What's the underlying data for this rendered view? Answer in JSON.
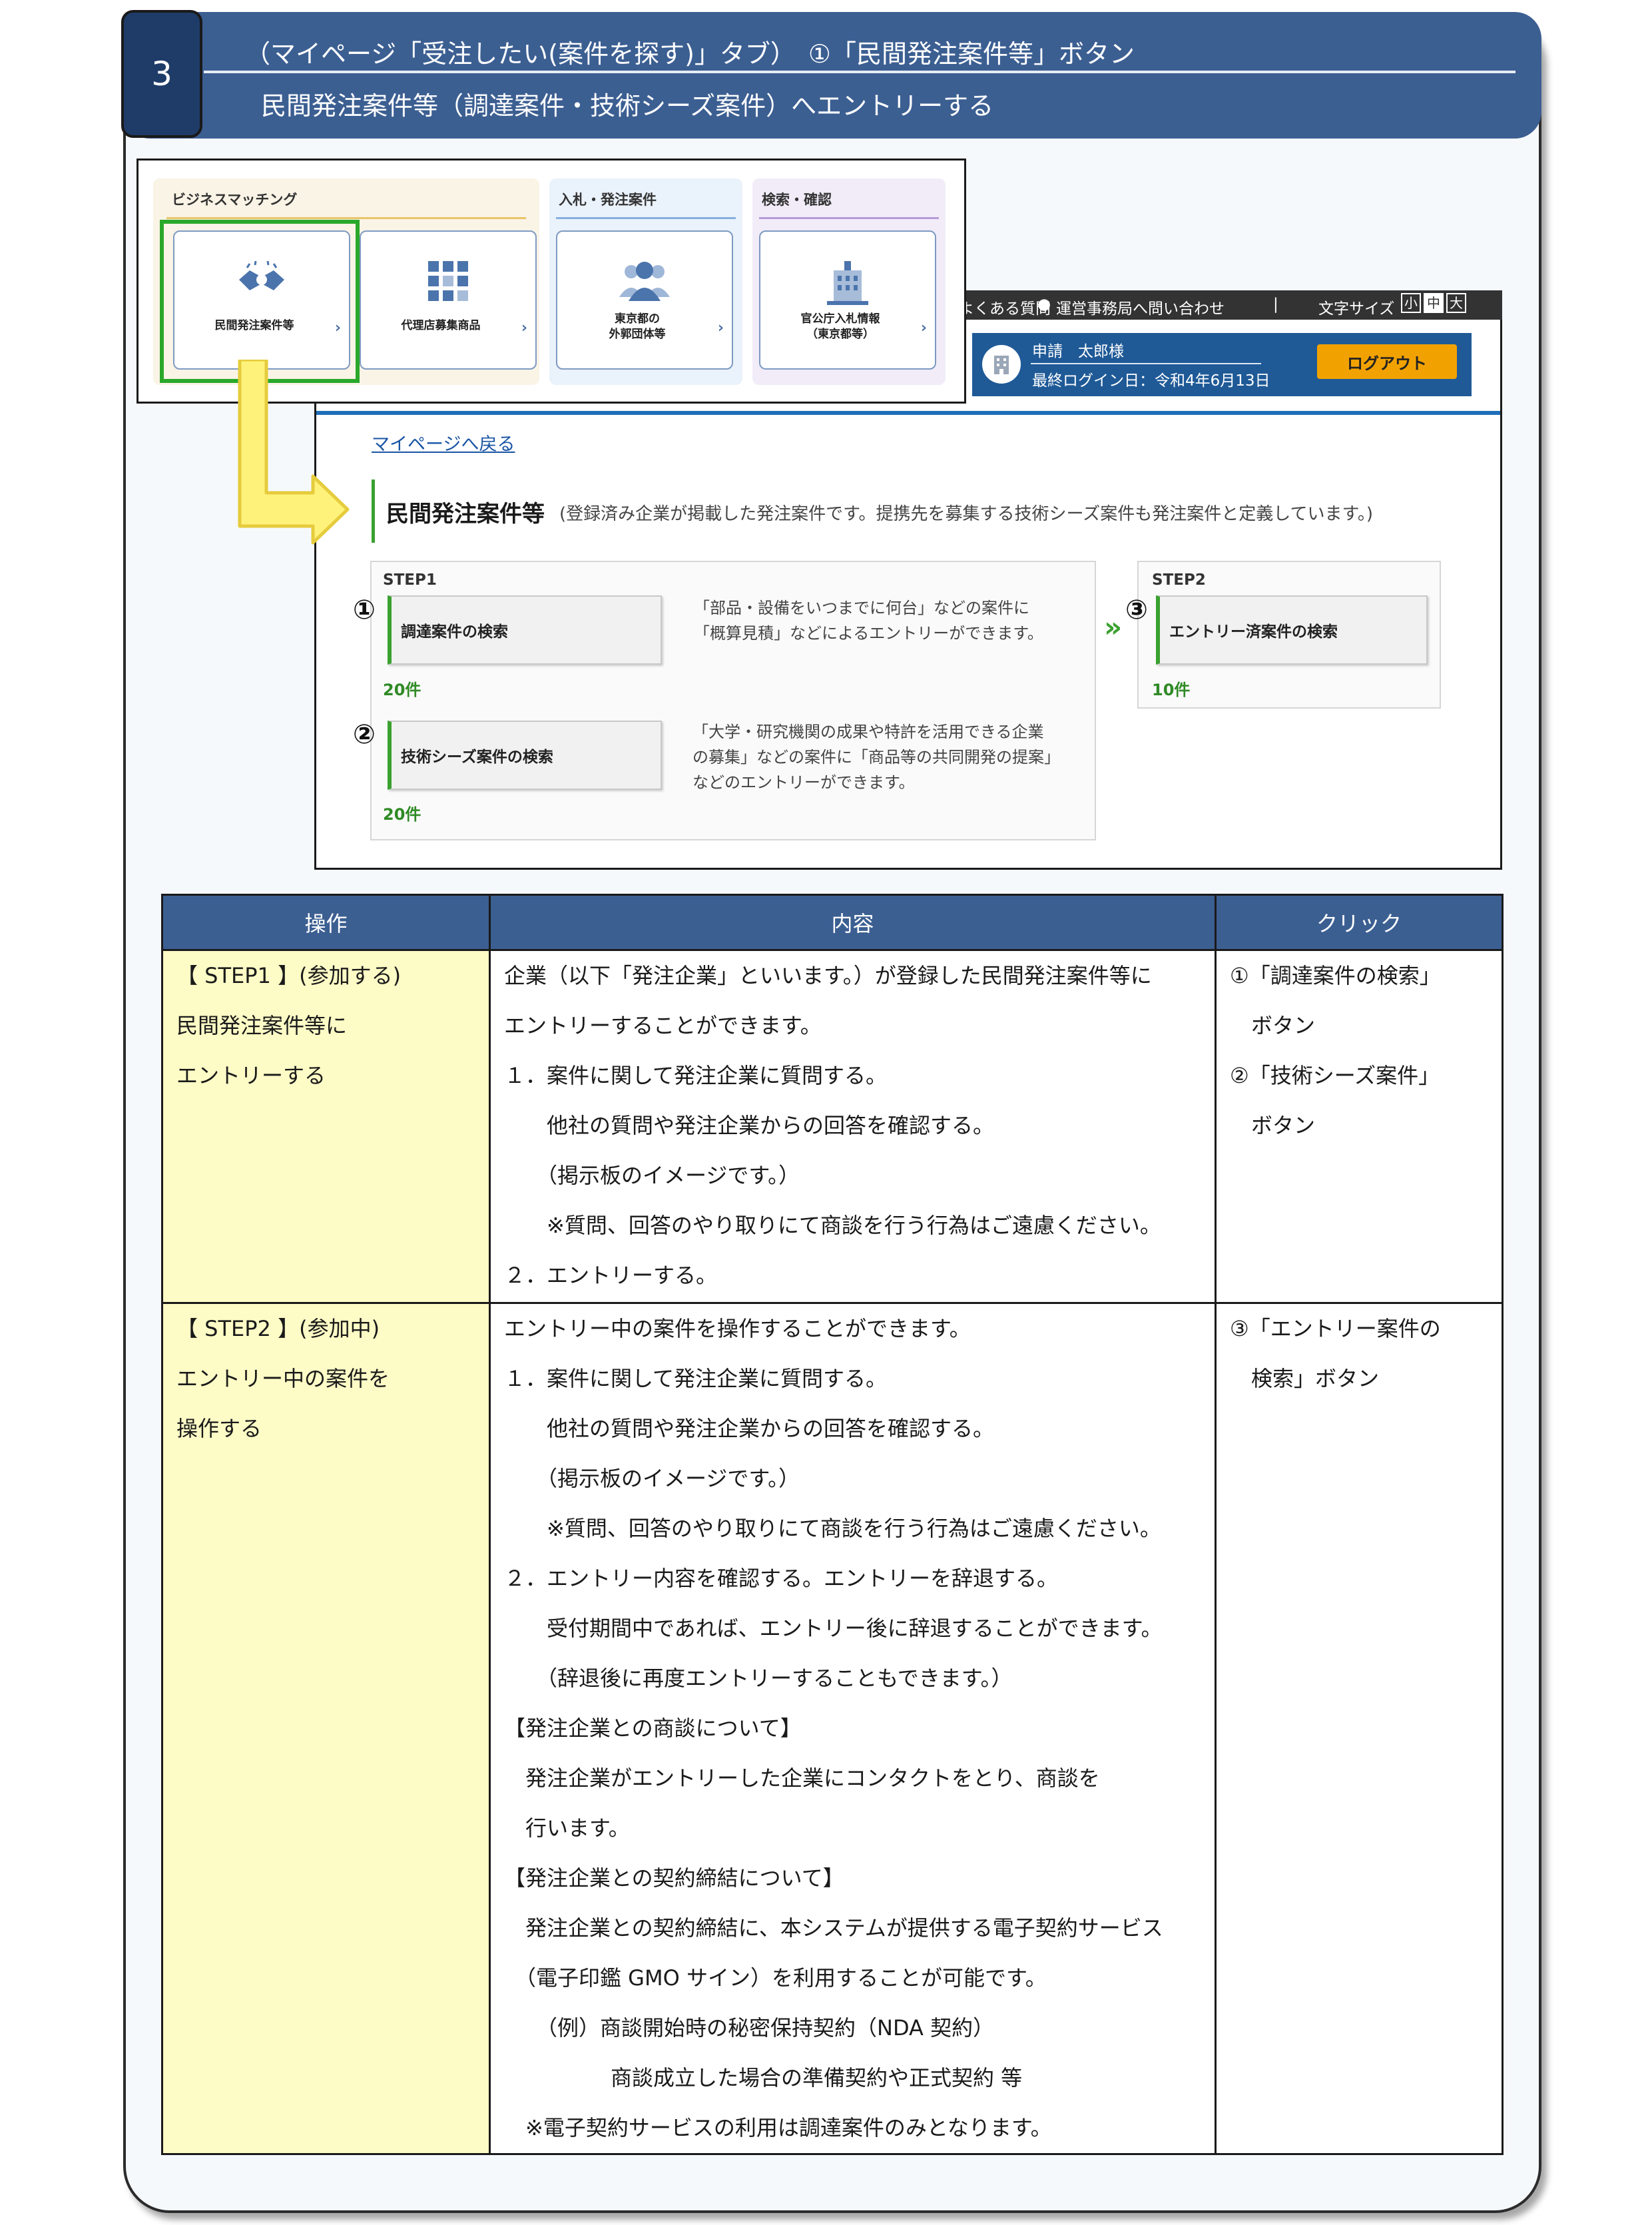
{
  "header": {
    "step_number": "3",
    "title_line1": "（マイページ「受注したい(案件を探す)」タブ）　①「民間発注案件等」ボタン",
    "title_line2": "民間発注案件等（調達案件・技術シーズ案件）へエントリーする"
  },
  "mypage_tabs": {
    "groups": [
      {
        "title": "ビジネスマッチング",
        "tiles": [
          "民間発注案件等",
          "代理店募集商品"
        ]
      },
      {
        "title": "入札・発注案件",
        "tiles": [
          "東京都の\n外郭団体等"
        ]
      },
      {
        "title": "検索・確認",
        "tiles": [
          "官公庁入札情報\n（東京都等）"
        ]
      }
    ],
    "chevron": "›"
  },
  "portal": {
    "topbar": {
      "faq": "よくある質問",
      "contact": "運営事務局へ問い合わせ",
      "separator": "|",
      "font_size_label": "文字サイズ",
      "font_sizes": [
        "小",
        "中",
        "大"
      ]
    },
    "user": {
      "name": "申請　太郎様",
      "last_login": "最終ログイン日：令和4年6月13日",
      "logout": "ログアウト"
    },
    "back_link": "マイページへ戻る",
    "page_title": "民間発注案件等",
    "page_subtitle": "(登録済み企業が掲載した発注案件です。提携先を募集する技術シーズ案件も発注案件と定義しています。)",
    "step1": {
      "label": "STEP1",
      "items": [
        {
          "marker": "①",
          "button": "調達案件の検索",
          "count": "20件",
          "desc": [
            "「部品・設備をいつまでに何台」などの案件に",
            "「概算見積」などによるエントリーができます。"
          ]
        },
        {
          "marker": "②",
          "button": "技術シーズ案件の検索",
          "count": "20件",
          "desc": [
            "「大学・研究機関の成果や特許を活用できる企業",
            "の募集」などの案件に「商品等の共同開発の提案」",
            "などのエントリーができます。"
          ]
        }
      ]
    },
    "step2": {
      "label": "STEP2",
      "marker": "③",
      "button": "エントリー済案件の検索",
      "count": "10件"
    },
    "next_arrow": "»"
  },
  "table": {
    "headers": [
      "操作",
      "内容",
      "クリック"
    ],
    "rows": [
      {
        "operation": [
          "【 STEP1 】(参加する)",
          "民間発注案件等に",
          "エントリーする"
        ],
        "content": [
          "企業（以下「発注企業」といいます。）が登録した民間発注案件等に",
          "エントリーすることができます。",
          "１．案件に関して発注企業に質問する。",
          "　　他社の質問や発注企業からの回答を確認する。",
          "　　（掲示板のイメージです。）",
          "　　※質問、回答のやり取りにて商談を行う行為はご遠慮ください。",
          "２．エントリーする。"
        ],
        "click": [
          "①「調達案件の検索」",
          "　ボタン",
          "②「技術シーズ案件」",
          "　ボタン"
        ]
      },
      {
        "operation": [
          "【 STEP2 】(参加中)",
          "エントリー中の案件を",
          "操作する"
        ],
        "content": [
          "エントリー中の案件を操作することができます。",
          "１．案件に関して発注企業に質問する。",
          "　　他社の質問や発注企業からの回答を確認する。",
          "　　（掲示板のイメージです。）",
          "　　※質問、回答のやり取りにて商談を行う行為はご遠慮ください。",
          "２．エントリー内容を確認する。エントリーを辞退する。",
          "　　受付期間中であれば、エントリー後に辞退することができます。",
          "　　（辞退後に再度エントリーすることもできます。）",
          "【発注企業との商談について】",
          "　発注企業がエントリーした企業にコンタクトをとり、商談を",
          "　行います。",
          "【発注企業との契約締結について】",
          "　発注企業との契約締結に、本システムが提供する電子契約サービス",
          "　（電子印鑑 GMO サイン）を利用することが可能です。",
          "　　（例）商談開始時の秘密保持契約（NDA 契約）",
          "　　　　　商談成立した場合の準備契約や正式契約 等",
          "　※電子契約サービスの利用は調達案件のみとなります。"
        ],
        "click": [
          "③「エントリー案件の",
          "　検索」ボタン"
        ]
      }
    ]
  },
  "colors": {
    "header_bg": "#3c5f92",
    "step_box_bg": "#1f3c68",
    "accent_green": "#3aa12f",
    "highlight_green": "#2aa82a",
    "arrow_yellow": "#fff27a",
    "logout_orange": "#f2a200",
    "operation_cell_bg": "#fdfbc6"
  }
}
